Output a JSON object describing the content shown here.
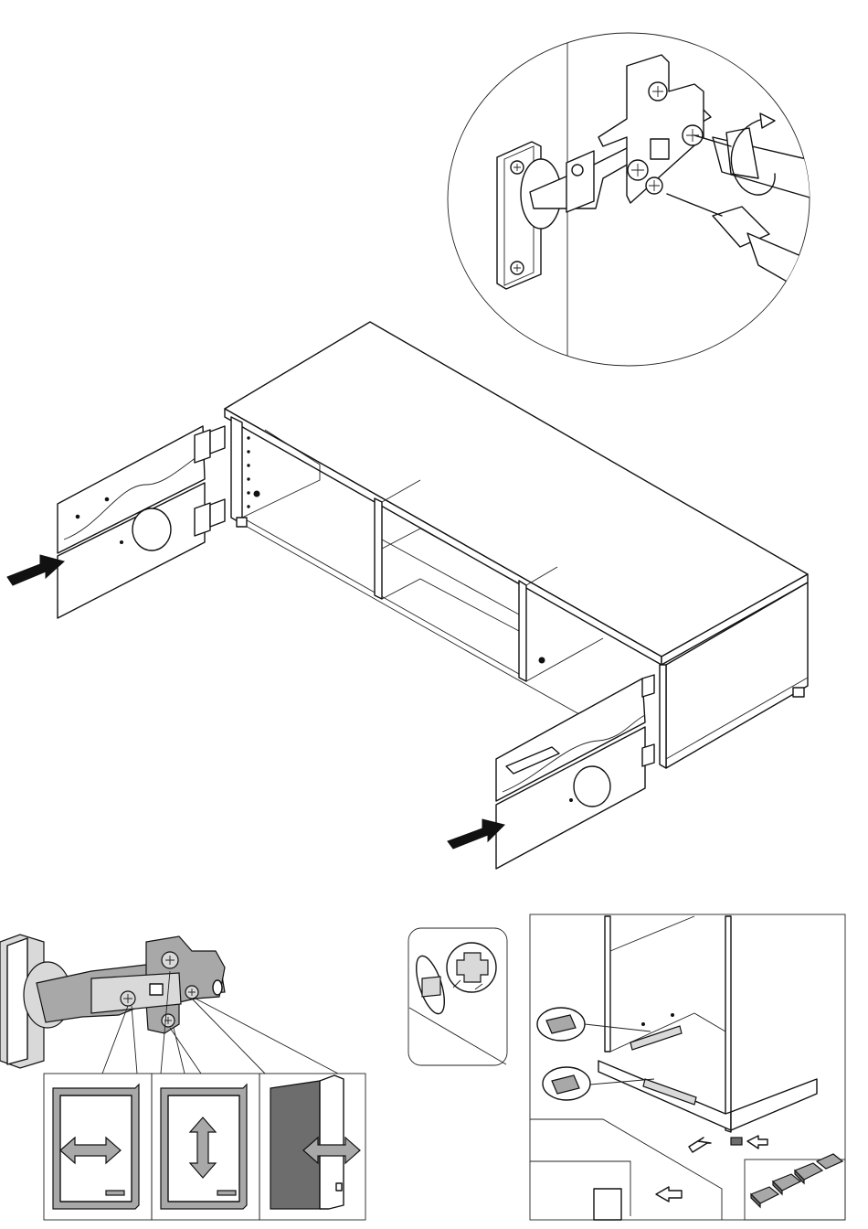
{
  "figure": {
    "type": "assembly-instruction-diagram",
    "panels": [
      {
        "id": "hinge-detail",
        "icons": [
          "hinge-icon",
          "screwdriver-icon",
          "rotation-arrow-icon"
        ]
      },
      {
        "id": "tv-unit-assembly",
        "icons": [
          "push-arrow-icon",
          "door-icon",
          "hinge-icon"
        ]
      },
      {
        "id": "hinge-adjustment",
        "icons": [
          "hinge-icon",
          "horizontal-adjust-icon",
          "vertical-adjust-icon",
          "depth-adjust-icon"
        ]
      },
      {
        "id": "cam-lock-detail",
        "icons": [
          "cam-lock-icon"
        ]
      },
      {
        "id": "cabinet-leveling",
        "icons": [
          "cam-lock-icon",
          "glide-icon",
          "arrow-icon"
        ]
      }
    ]
  },
  "colors": {
    "line": "#111111",
    "fill_white": "#ffffff",
    "fill_light": "#d9d9d9",
    "fill_mid": "#a8a8a8",
    "fill_dark": "#6d6d6d"
  }
}
